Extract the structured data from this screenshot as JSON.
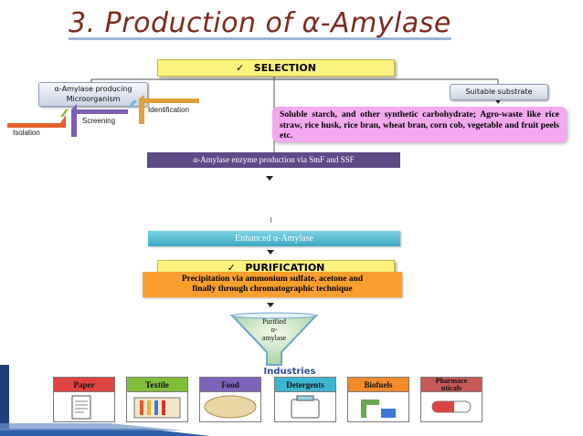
{
  "title": "3. Production of α-Amylase",
  "selection": {
    "check": "✓",
    "label": "SELECTION"
  },
  "microorganism_box": {
    "line1": "α-Amylase producing",
    "line2": "Microorganism"
  },
  "steps": {
    "isolation": "Isolation",
    "screening": "Screening",
    "identification": "Identification"
  },
  "substrate_box": "Suitable substrate",
  "substrate_text": "Soluble starch, and other synthetic carbohydrate; Agro-waste like rice straw, rice husk, rice bran, wheat bran, corn cob, vegetable and fruit peels etc.",
  "production": "α-Amylase enzyme production via SmF  and SSF",
  "enhanced": "Enhanced α-Amylase",
  "purification": {
    "check": "✓",
    "label": "PURIFICATION"
  },
  "precipitation": {
    "line1": "Precipitation via ammonium sulfate, acetone and",
    "line2": "finally through chromatographic technique"
  },
  "funnel": {
    "line1": "Purified",
    "line2": "α-",
    "line3": "amylase"
  },
  "industries_label": "Industries",
  "industries": [
    {
      "label": "Paper",
      "color": "#e0443f"
    },
    {
      "label": "Textile",
      "color": "#7fbf3a"
    },
    {
      "label": "Food",
      "color": "#7f63b8"
    },
    {
      "label": "Detergents",
      "color": "#3cb6d3"
    },
    {
      "label": "Biofuels",
      "color": "#f28b2a"
    },
    {
      "label": "Pharmace\nuticals",
      "color": "#c65a57"
    }
  ],
  "colors": {
    "title": "#7d2a1f",
    "selection_bg": "#fbf37e",
    "pink": "#f3a8ef",
    "purple": "#5e4a86",
    "teal": "#3ea7c4",
    "orange": "#fa9f2e"
  }
}
